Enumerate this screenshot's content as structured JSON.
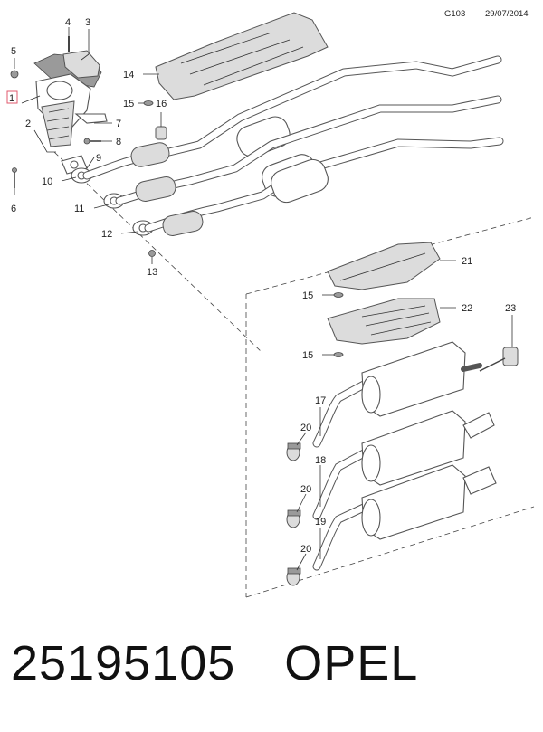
{
  "header": {
    "code": "G103",
    "date": "29/07/2014"
  },
  "callouts": [
    "1",
    "2",
    "3",
    "4",
    "5",
    "6",
    "7",
    "8",
    "9",
    "10",
    "11",
    "12",
    "13",
    "14",
    "15",
    "15",
    "15",
    "16",
    "17",
    "18",
    "19",
    "20",
    "20",
    "20",
    "21",
    "22",
    "23"
  ],
  "highlighted_callout": "1",
  "footer": {
    "part_number": "25195105",
    "brand": "OPEL"
  },
  "colors": {
    "highlight": "#e05a6e",
    "line": "#555555",
    "shade": "#dcdcdc"
  }
}
